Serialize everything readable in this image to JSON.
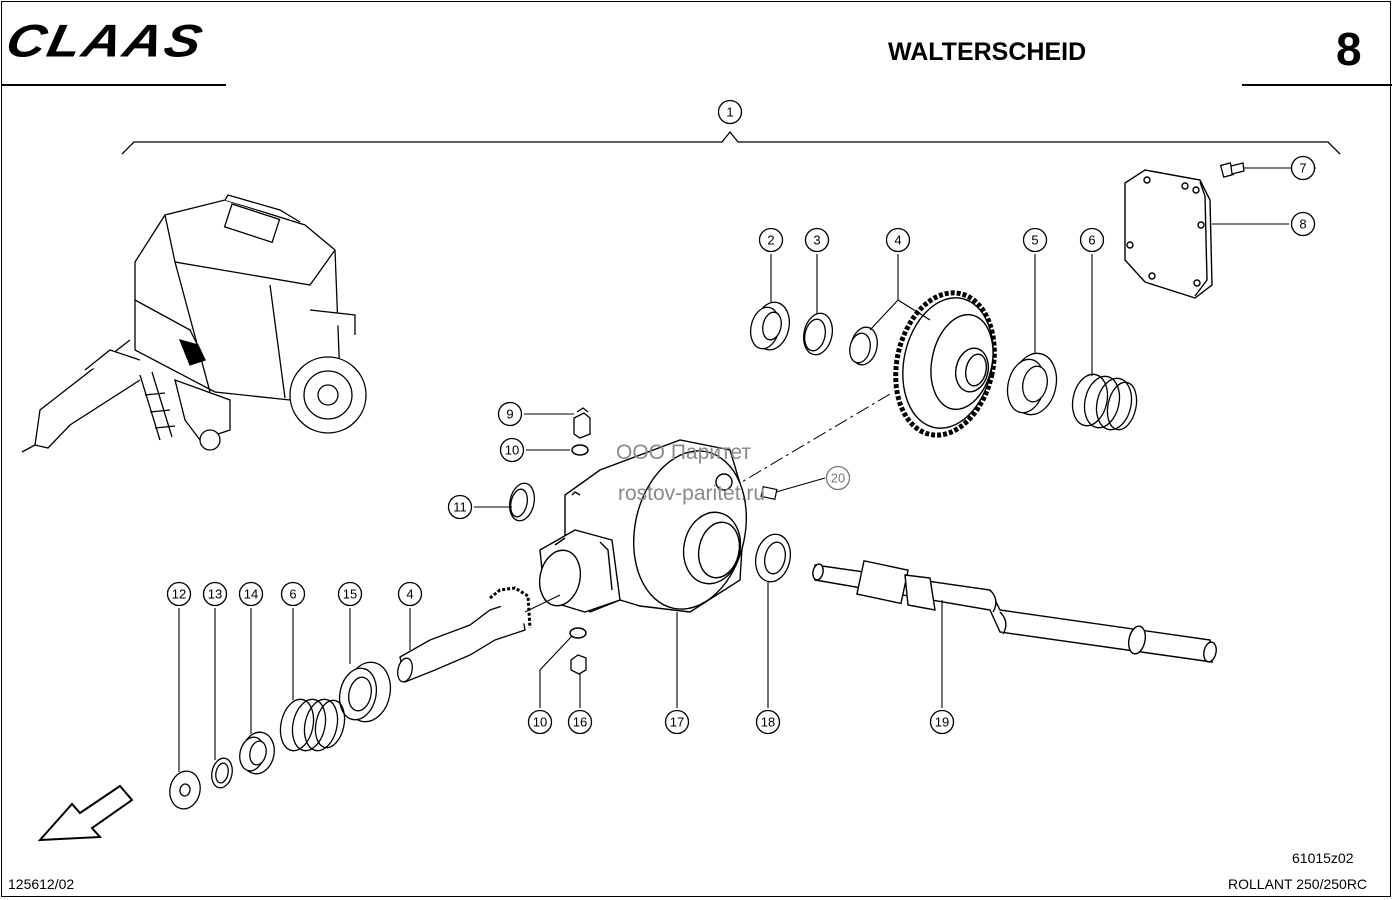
{
  "header": {
    "brand": "CLAAS",
    "title": "WALTERSCHEID",
    "page_number": "8"
  },
  "footer": {
    "doc_code": "125612/02",
    "drawing_code": "61015z02",
    "model": "ROLLANT 250/250RC"
  },
  "watermark": {
    "line1": "ООО Паритет",
    "line2": "rostov-paritet.ru"
  },
  "callouts": [
    {
      "id": "c1",
      "label": "1"
    },
    {
      "id": "c2",
      "label": "2"
    },
    {
      "id": "c3",
      "label": "3"
    },
    {
      "id": "c4a",
      "label": "4"
    },
    {
      "id": "c5",
      "label": "5"
    },
    {
      "id": "c6a",
      "label": "6"
    },
    {
      "id": "c7",
      "label": "7"
    },
    {
      "id": "c8",
      "label": "8"
    },
    {
      "id": "c9",
      "label": "9"
    },
    {
      "id": "c10a",
      "label": "10"
    },
    {
      "id": "c11",
      "label": "11"
    },
    {
      "id": "c20",
      "label": "20"
    },
    {
      "id": "c12",
      "label": "12"
    },
    {
      "id": "c13",
      "label": "13"
    },
    {
      "id": "c14",
      "label": "14"
    },
    {
      "id": "c6b",
      "label": "6"
    },
    {
      "id": "c15",
      "label": "15"
    },
    {
      "id": "c4b",
      "label": "4"
    },
    {
      "id": "c10b",
      "label": "10"
    },
    {
      "id": "c16",
      "label": "16"
    },
    {
      "id": "c17",
      "label": "17"
    },
    {
      "id": "c18",
      "label": "18"
    },
    {
      "id": "c19",
      "label": "19"
    }
  ]
}
